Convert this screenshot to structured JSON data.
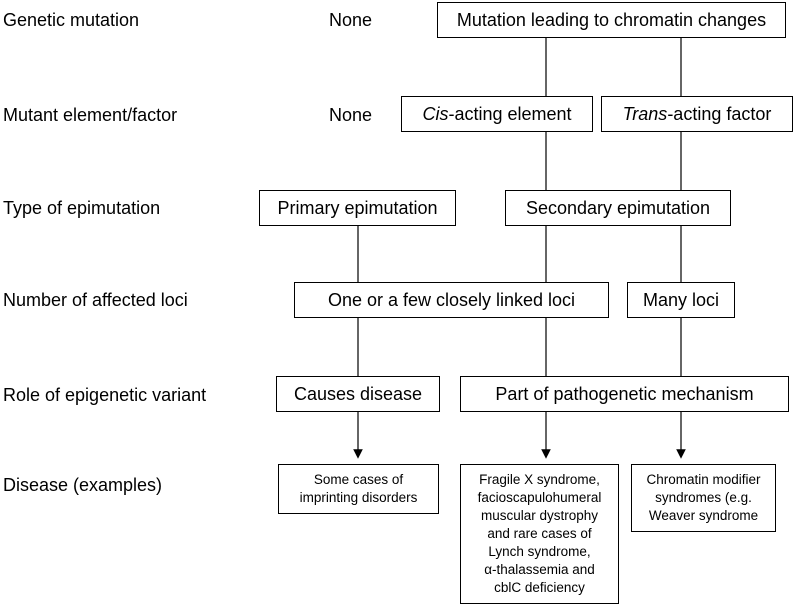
{
  "rows": {
    "genetic_mutation": "Genetic mutation",
    "mutant_element": "Mutant element/factor",
    "type_epimutation": "Type of epimutation",
    "number_loci": "Number of affected loci",
    "role_variant": "Role of epigenetic variant",
    "disease": "Disease (examples)"
  },
  "nodes": {
    "none_mutation": "None",
    "mutation_chromatin": "Mutation leading to chromatin changes",
    "none_element": "None",
    "cis_italic": "Cis",
    "cis_rest": "-acting element",
    "trans_italic": "Trans",
    "trans_rest": "-acting factor",
    "primary_epimutation": "Primary epimutation",
    "secondary_epimutation": "Secondary epimutation",
    "few_loci": "One or a few closely linked loci",
    "many_loci": "Many loci",
    "causes_disease": "Causes disease",
    "pathogenetic": "Part of pathogenetic mechanism"
  },
  "diseases": {
    "imprinting": [
      "Some cases of",
      "imprinting disorders"
    ],
    "fragile": [
      "Fragile X syndrome,",
      "facioscapulohumeral",
      "muscular dystrophy",
      "and rare cases of",
      "Lynch syndrome,",
      "α-thalassemia and",
      "cblC deficiency"
    ],
    "chromatin": [
      "Chromatin modifier",
      "syndromes (e.g.",
      "Weaver syndrome"
    ]
  }
}
